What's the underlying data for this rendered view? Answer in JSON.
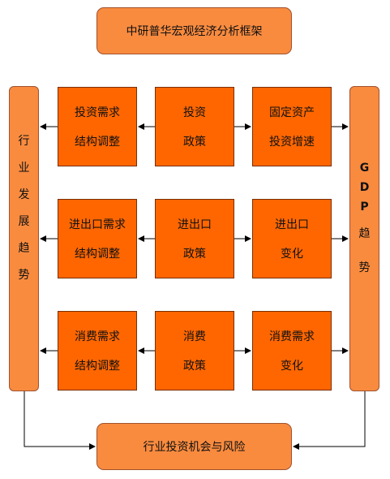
{
  "title": "中研普华宏观经济分析框架",
  "left_panel": {
    "chars": [
      "行",
      "业",
      "发",
      "展",
      "趋",
      "势"
    ]
  },
  "right_panel": {
    "chars": [
      "G",
      "D",
      "P",
      "趋",
      "势"
    ]
  },
  "bottom": "行业投资机会与风险",
  "rows": [
    {
      "left": {
        "line1": "投资需求",
        "line2": "结构调整"
      },
      "center": {
        "line1": "投资",
        "line2": "政策"
      },
      "right": {
        "line1": "固定资产",
        "line2": "投资增速"
      }
    },
    {
      "left": {
        "line1": "进出口需求",
        "line2": "结构调整"
      },
      "center": {
        "line1": "进出口",
        "line2": "政策"
      },
      "right": {
        "line1": "进出口",
        "line2": "变化"
      }
    },
    {
      "left": {
        "line1": "消费需求",
        "line2": "结构调整"
      },
      "center": {
        "line1": "消费",
        "line2": "政策"
      },
      "right": {
        "line1": "消费需求",
        "line2": "变化"
      }
    }
  ],
  "colors": {
    "box_fill": "#ff6600",
    "panel_fill": "#f98b3f",
    "border": "#a0522d"
  }
}
